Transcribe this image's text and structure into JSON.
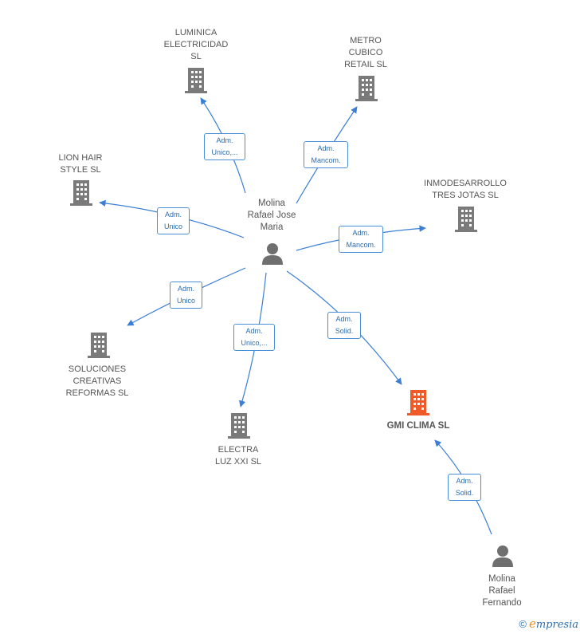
{
  "colors": {
    "edge": "#3a7fd5",
    "building": "#7a7a7a",
    "focus_building": "#f05a28",
    "person": "#6f6f6f"
  },
  "nodes": {
    "molina_jose": {
      "label": "Molina\nRafael Jose\nMaria",
      "icon": "person-icon"
    },
    "molina_fernando": {
      "label": "Molina\nRafael\nFernando",
      "icon": "person-icon"
    },
    "gmi_clima": {
      "label": "GMI CLIMA  SL",
      "icon": "building-icon"
    },
    "luminica": {
      "label": "LUMINICA\nELECTRICIDAD\nSL",
      "icon": "building-icon"
    },
    "metro_cubico": {
      "label": "METRO\nCUBICO\nRETAIL  SL",
      "icon": "building-icon"
    },
    "lion_hair": {
      "label": "LION HAIR\nSTYLE  SL",
      "icon": "building-icon"
    },
    "inmodesarrollo": {
      "label": "INMODESARROLLO\nTRES JOTAS  SL",
      "icon": "building-icon"
    },
    "soluciones": {
      "label": "SOLUCIONES\nCREATIVAS\nREFORMAS  SL",
      "icon": "building-icon"
    },
    "electra": {
      "label": "ELECTRA\nLUZ XXI  SL",
      "icon": "building-icon"
    }
  },
  "edges": {
    "to_luminica": "Adm.\nUnico,...",
    "to_metro": "Adm.\nMancom.",
    "to_lion": "Adm.\nUnico",
    "to_inmo": "Adm.\nMancom.",
    "to_soluciones": "Adm.\nUnico",
    "to_electra": "Adm.\nUnico,...",
    "to_gmi": "Adm.\nSolid.",
    "fernando_to_gmi": "Adm.\nSolid."
  },
  "footer": {
    "copyright": "©",
    "brand_initial": "e",
    "brand_rest": "mpresia"
  }
}
